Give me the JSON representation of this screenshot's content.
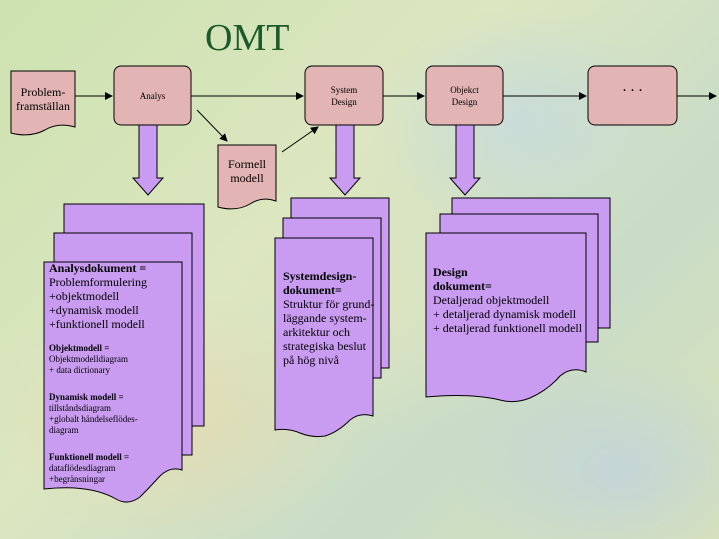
{
  "title": "OMT",
  "nodes": {
    "problem": [
      "Problem-",
      "framställan"
    ],
    "analys": "Analys",
    "formell": [
      "Formell",
      "modell"
    ],
    "system_design": [
      "System",
      "Design"
    ],
    "objekt_design": [
      "Objekct",
      "Design"
    ],
    "more": ". . ."
  },
  "docs": {
    "analys": {
      "heading": "Analysdokument =",
      "lines": [
        "Problemformulering",
        "+objektmodell",
        "+dynamisk modell",
        "+funktionell modell"
      ],
      "sub1_title": "Objektmodell =",
      "sub1_lines": [
        "Objektmodelldiagram",
        "+  data dictionary"
      ],
      "sub2_title": "Dynamisk modell =",
      "sub2_lines": [
        "tillståndsdiagram",
        "+globalt händelseflödes-",
        "diagram"
      ],
      "sub3_title": "Funktionell modell =",
      "sub3_lines": [
        "dataflödesdiagram",
        "+begränsningar"
      ]
    },
    "system": {
      "heading": [
        "Systemdesign-",
        "dokument="
      ],
      "lines": [
        "Struktur för grund-",
        "läggande system-",
        "arkitektur och",
        "strategiska beslut",
        "på hög nivå"
      ]
    },
    "design": {
      "heading": [
        "Design",
        "dokument="
      ],
      "lines": [
        "Detaljerad objektmodell",
        "+ detaljerad dynamisk modell",
        "+ detaljerad funktionell modell"
      ]
    }
  },
  "colors": {
    "process_box": "#e2b4b4",
    "document": "#c99cf2",
    "arrow": "#c99cf2",
    "title": "#1c5a2c"
  }
}
